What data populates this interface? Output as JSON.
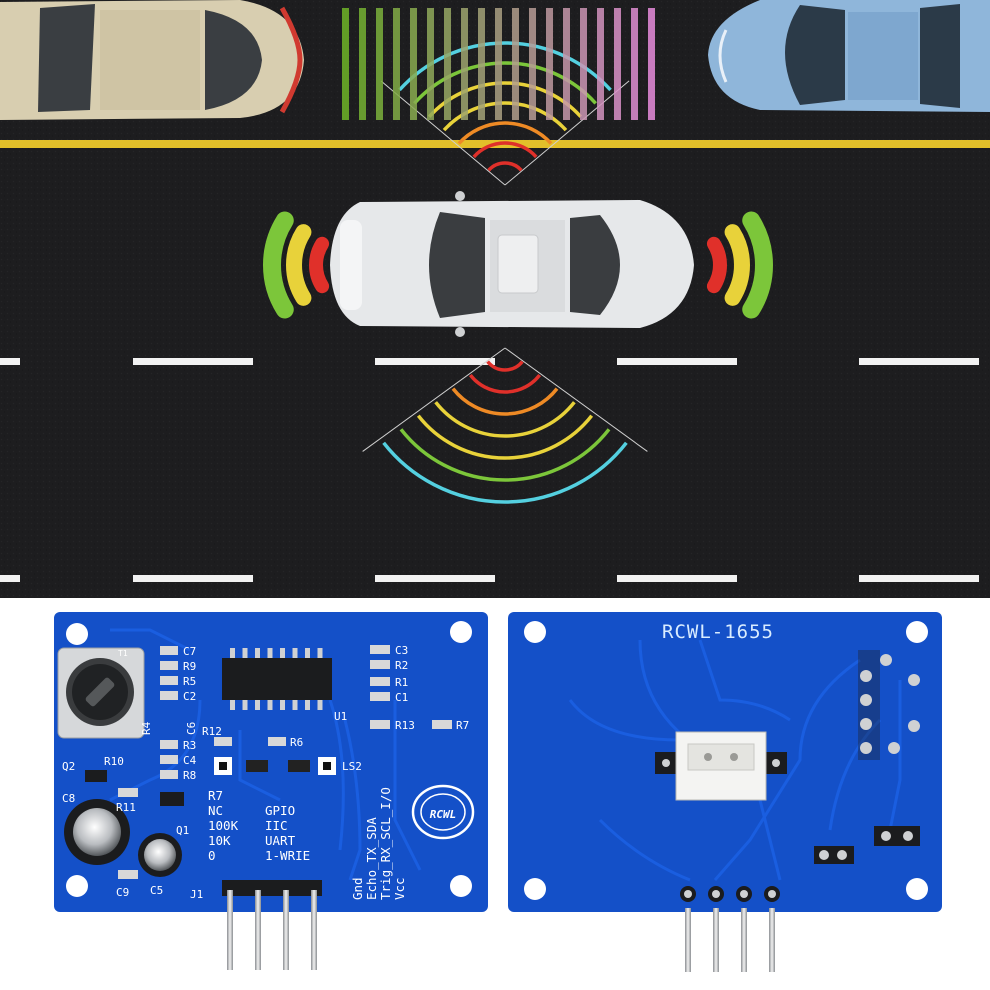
{
  "scene": {
    "colors": {
      "asphalt": "#1d1d1f",
      "yellow_line": "#e3c02a",
      "lane_dash": "#f2f2f2",
      "pcb_blue": "#1450c8",
      "pcb_trace": "#1a5ee0",
      "wave_red": "#e0302a",
      "wave_orange": "#ee8a25",
      "wave_yellow": "#e8d23a",
      "wave_green": "#7cc63a",
      "wave_cyan": "#54d0e0"
    },
    "cars": [
      {
        "name": "beige-car",
        "color": "#d8ceb0"
      },
      {
        "name": "blue-car",
        "color": "#8fb6da"
      },
      {
        "name": "white-car",
        "color": "#e6e8ea"
      }
    ]
  },
  "front_board": {
    "labels": {
      "c7": "C7",
      "r9": "R9",
      "r5": "R5",
      "c2": "C2",
      "r4": "R4",
      "c6": "C6",
      "r12": "R12",
      "r6": "R6",
      "r3": "R3",
      "c4": "C4",
      "r8": "R8",
      "c3": "C3",
      "r2": "R2",
      "r1": "R1",
      "c1": "C1",
      "u1": "U1",
      "r13": "R13",
      "r7": "R7",
      "ls2": "LS2",
      "q2": "Q2",
      "r10": "R10",
      "c8": "C8",
      "r11": "R11",
      "q1": "Q1",
      "c9": "C9",
      "c5": "C5",
      "j1": "J1",
      "t1": "T1",
      "r7b": "R7",
      "nc": "NC",
      "k100": "100K",
      "k10": "10K",
      "zero": "0",
      "gpio": "GPIO",
      "iic": "IIC",
      "uart": "UART",
      "onewire": "1-WRIE",
      "gnd": "Gnd",
      "echo": "Echo_TX_SDA",
      "trig": "Trig_RX_SCL_I/O",
      "vcc": "Vcc",
      "logo": "RCWL"
    }
  },
  "back_board": {
    "title": "RCWL-1655"
  }
}
